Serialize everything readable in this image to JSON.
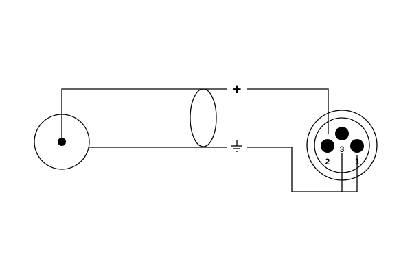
{
  "diagram": {
    "polarity_positive": "+",
    "ground_symbol": "ground-icon",
    "xlr_pins": {
      "pin1": "1",
      "pin2": "2",
      "pin3": "3"
    },
    "colors": {
      "line": "#000000",
      "background": "#ffffff"
    }
  }
}
